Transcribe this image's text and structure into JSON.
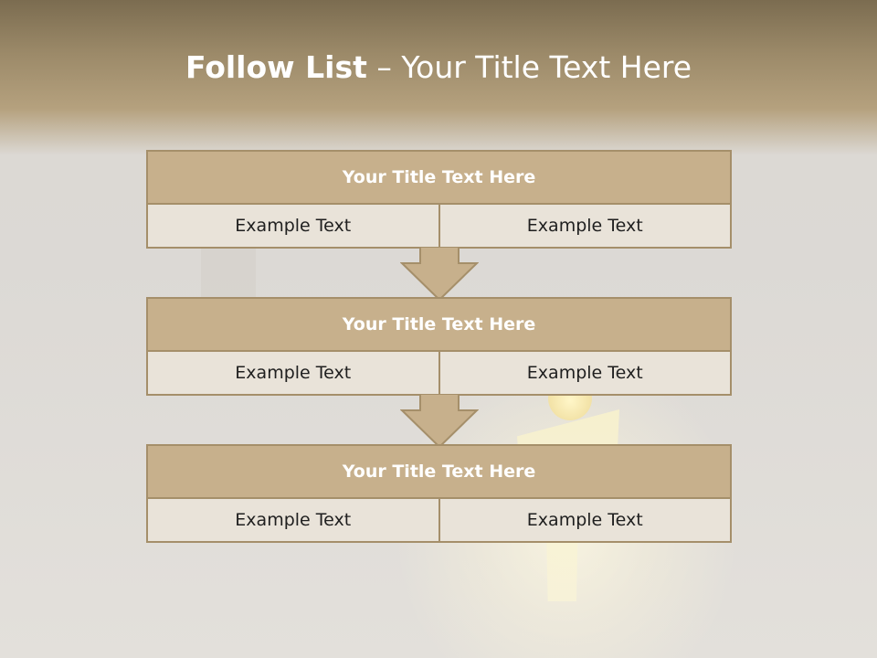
{
  "slide": {
    "title_bold": "Follow List",
    "title_rest": " – Your Title Text Here"
  },
  "blocks": [
    {
      "title": "Your Title Text Here",
      "left": "Example Text",
      "right": "Example Text"
    },
    {
      "title": "Your Title Text Here",
      "left": "Example Text",
      "right": "Example Text"
    },
    {
      "title": "Your Title Text Here",
      "left": "Example Text",
      "right": "Example Text"
    }
  ],
  "icons": {
    "arrow": "down-arrow-icon"
  },
  "colors": {
    "header": "#9c8a69",
    "block_header": "#c7b08c",
    "block_border": "#a58f6a",
    "cell_bg": "#e9e3d9",
    "title_text": "#ffffff"
  }
}
